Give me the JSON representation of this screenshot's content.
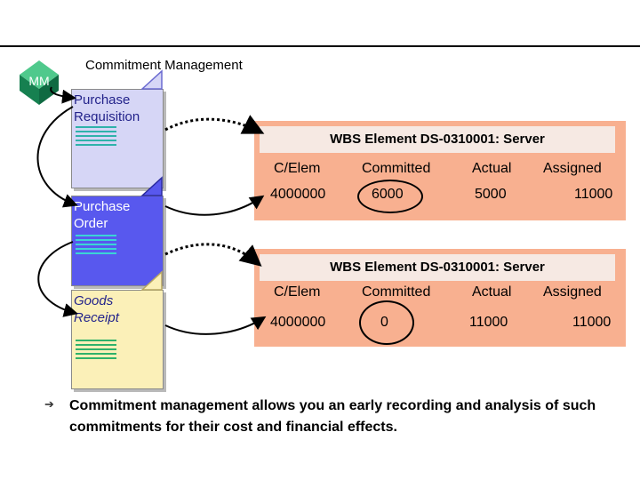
{
  "header": {
    "badge": "MM",
    "title": "Commitment Management"
  },
  "documents": {
    "purchase_requisition": "Purchase Requisition",
    "purchase_order": "Purchase Order",
    "goods_receipt": "Goods Receipt"
  },
  "panel1": {
    "title": "WBS Element DS-0310001: Server",
    "columns": [
      "C/Elem",
      "Committed",
      "Actual",
      "Assigned"
    ],
    "row": [
      "4000000",
      "6000",
      "5000",
      "11000"
    ]
  },
  "panel2": {
    "title": "WBS Element DS-0310001: Server",
    "columns": [
      "C/Elem",
      "Committed",
      "Actual",
      "Assigned"
    ],
    "row": [
      "4000000",
      "0",
      "11000",
      "11000"
    ]
  },
  "footer": {
    "bullet": "➔",
    "text": "Commitment management allows you an early recording and analysis of such commitments for their cost and financial effects."
  },
  "colors": {
    "panel_bg": "#f8b090",
    "panel_header_bg": "#f6e9e3",
    "requisition_bg": "#d6d6f6",
    "order_bg": "#5858ee",
    "receipt_bg": "#fbf0b8",
    "badge_green": "#1f9a5e"
  }
}
